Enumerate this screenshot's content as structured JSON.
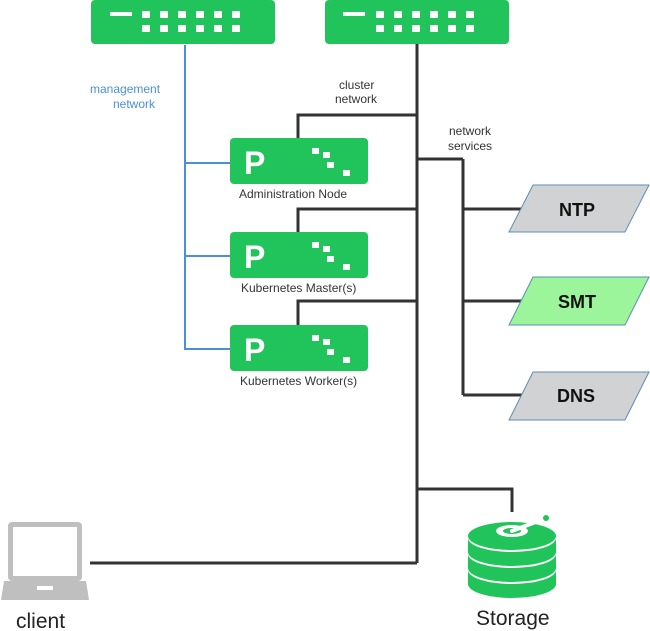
{
  "colors": {
    "switch_green": "#21C45A",
    "management_line": "#4A90D9",
    "cluster_line": "#333333",
    "service_gray": "#D0D2D4",
    "service_green": "#9CF59A",
    "device_gray": "#BFBFBF",
    "storage_green": "#21C45A"
  },
  "labels": {
    "management_network": [
      "management",
      "network"
    ],
    "cluster_network": [
      "cluster",
      "network"
    ],
    "network_services": [
      "network",
      "services"
    ],
    "admin_node": "Administration Node",
    "k8s_master": "Kubernetes Master(s)",
    "k8s_worker": "Kubernetes Worker(s)",
    "client": "client",
    "storage": "Storage"
  },
  "services": {
    "ntp": "NTP",
    "smt": "SMT",
    "dns": "DNS"
  },
  "icons": {
    "switch": "network-switch-icon",
    "server": "server-icon",
    "laptop": "laptop-icon",
    "storage": "storage-disk-icon"
  }
}
